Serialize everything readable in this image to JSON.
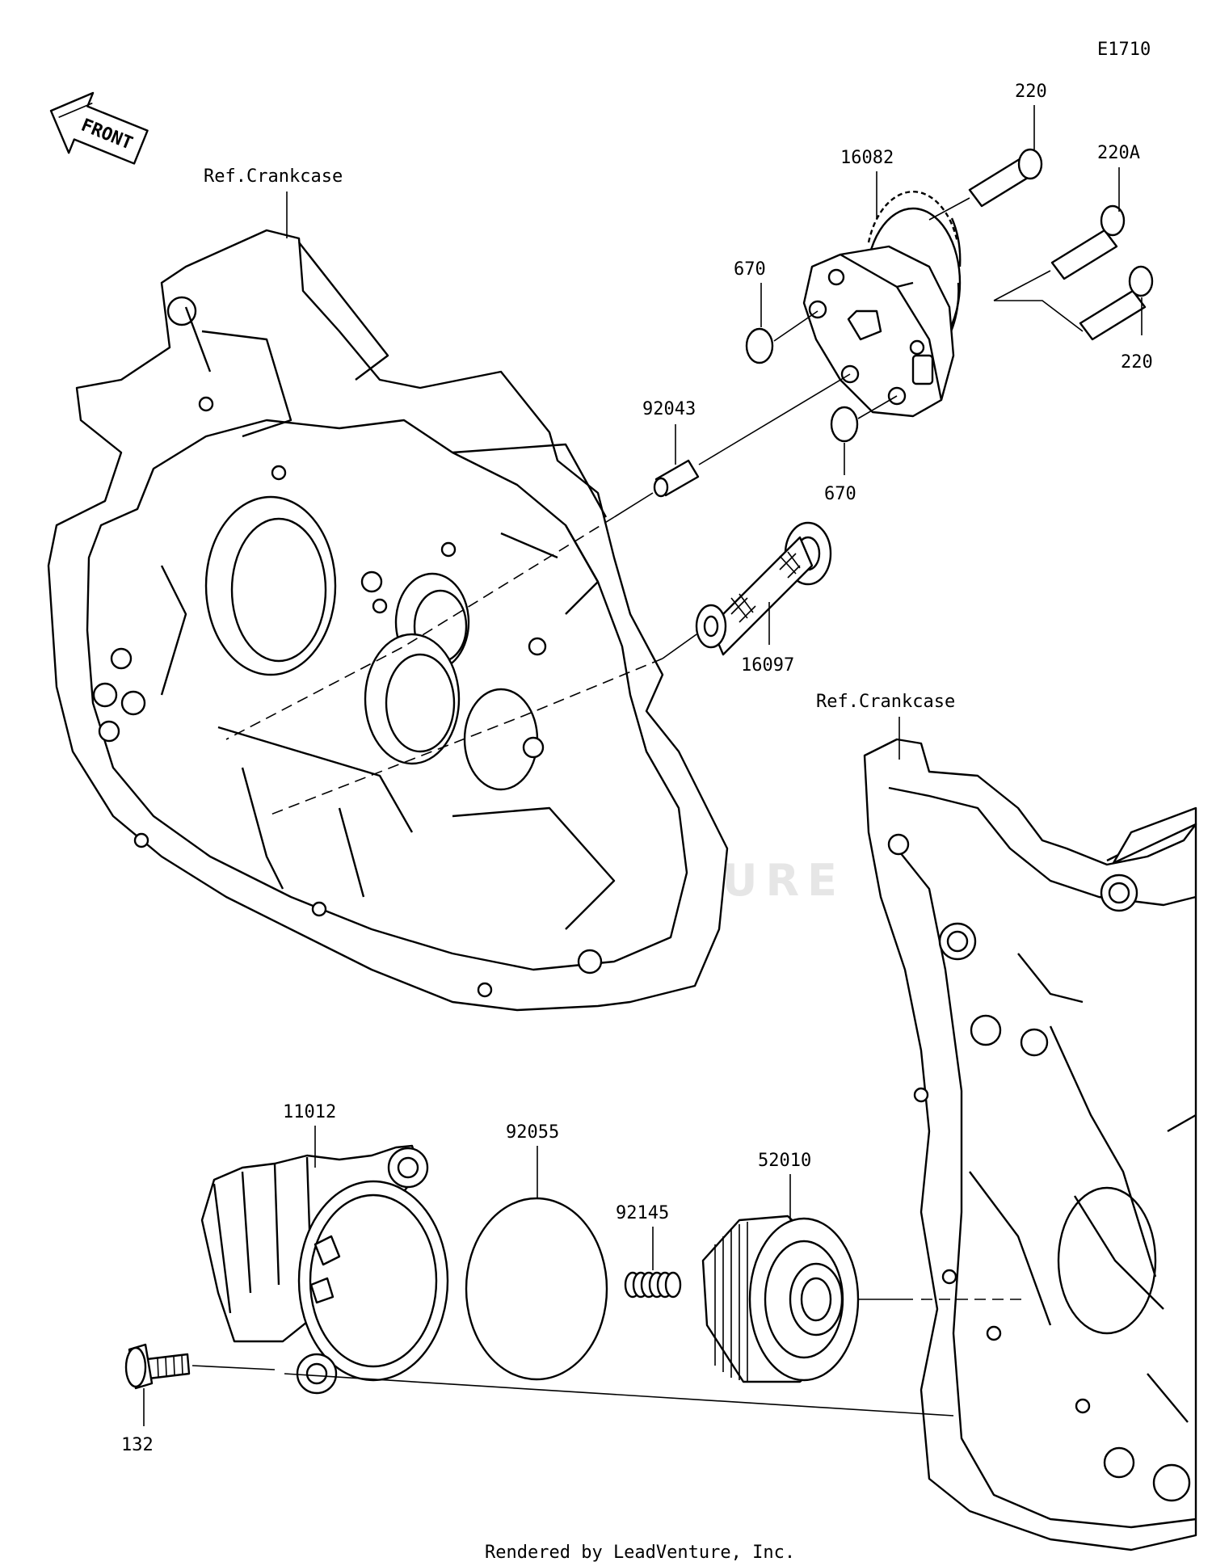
{
  "diagram_code": "E1710",
  "front_arrow_label": "FRONT",
  "ref_labels": {
    "crankcase_upper": "Ref.Crankcase",
    "crankcase_lower": "Ref.Crankcase"
  },
  "parts": {
    "p220_top": "220",
    "p220A": "220A",
    "p220_bottom": "220",
    "p16082": "16082",
    "p670_top": "670",
    "p670_bottom": "670",
    "p92043": "92043",
    "p16097": "16097",
    "p11012": "11012",
    "p92055": "92055",
    "p92145": "92145",
    "p52010": "52010",
    "p132": "132"
  },
  "watermark": "LEADVENTURE",
  "footer": "Rendered by LeadVenture, Inc."
}
